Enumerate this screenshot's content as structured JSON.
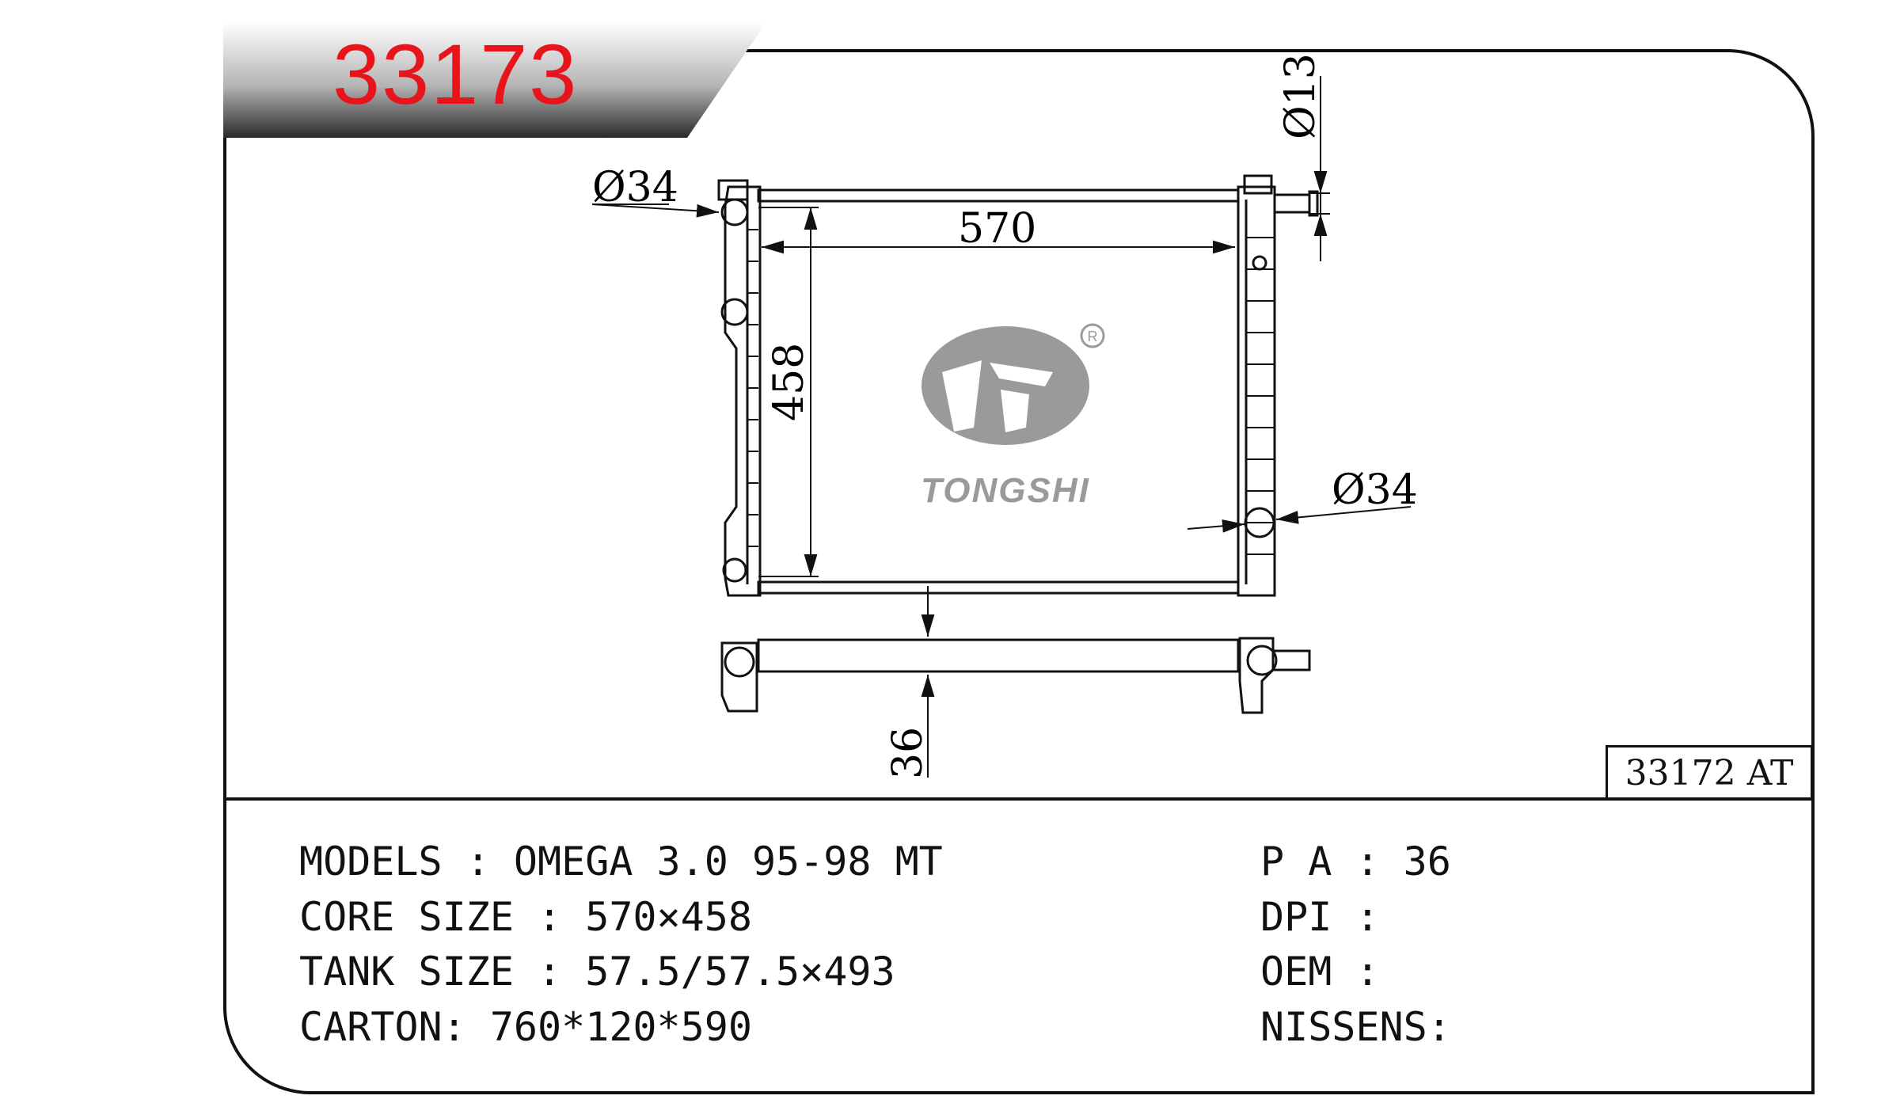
{
  "header": {
    "part_number": "33173"
  },
  "variant_box": {
    "label": "33172 AT"
  },
  "drawing": {
    "inlet_diameter": "Ø34",
    "outlet_diameter": "Ø34",
    "small_pipe_diameter": "Ø13",
    "core_width": "570",
    "core_height": "458",
    "core_thickness": "36"
  },
  "logo": {
    "brand": "TONGSHI",
    "registered_mark": "R"
  },
  "specs": {
    "models": "MODELS : OMEGA 3.0 95-98 MT",
    "core_size": "CORE SIZE : 570×458",
    "tank_size": "TANK SIZE : 57.5/57.5×493",
    "carton": "CARTON: 760*120*590",
    "pa": "P A : 36",
    "dpi": "DPI :",
    "oem": "OEM :",
    "nissens": "NISSENS:"
  }
}
